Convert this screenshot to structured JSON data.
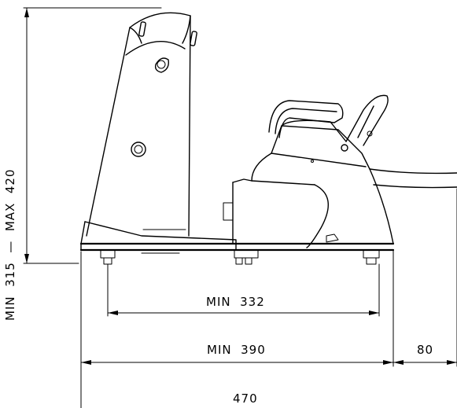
{
  "dimensions": {
    "height_range": "MIN  315  —  MAX  420",
    "inner_width": "MIN  332",
    "base_width": "MIN  390",
    "extension": "80",
    "total_width": "470"
  }
}
